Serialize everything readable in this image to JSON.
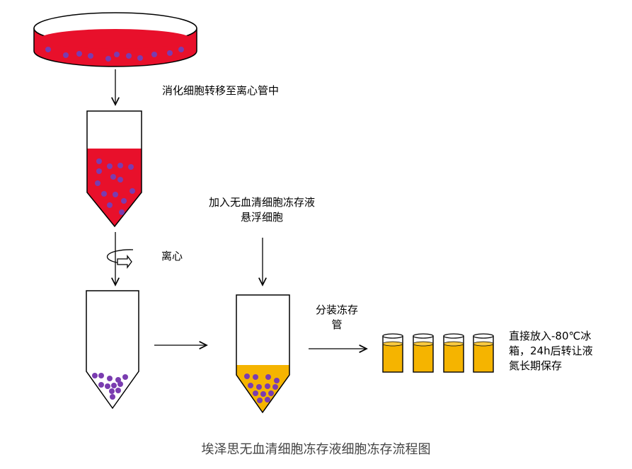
{
  "steps": {
    "transfer": "消化细胞转移至离心管中",
    "resuspend_line1": "加入无血清细胞冻存液",
    "resuspend_line2": "悬浮细胞",
    "centrifuge": "离心",
    "aliquot_line1": "分装冻存",
    "aliquot_line2": "管",
    "freeze_line1": "直接放入-80℃冰",
    "freeze_line2": "箱，24h后转让液",
    "freeze_line3": "氮长期保存"
  },
  "caption": "埃泽思无血清细胞冻存液细胞冻存流程图",
  "colors": {
    "culture_medium": "#e8102b",
    "cells": "#7a3cb0",
    "freezing_medium": "#f5b400",
    "outline": "#000000"
  }
}
